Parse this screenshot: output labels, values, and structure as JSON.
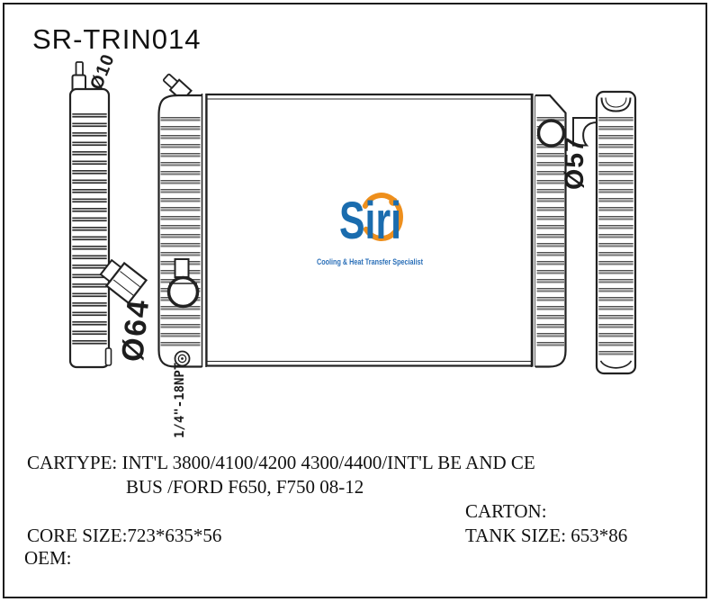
{
  "page": {
    "title": "SR-TRIN014"
  },
  "logo": {
    "brand": "Siri",
    "tagline": "Cooling & Heat Transfer Specialist",
    "brand_color": "#1a6cae",
    "accent_color": "#ee8f1c"
  },
  "drawing": {
    "dim_top_left_pipe": "Ø10",
    "dim_left_pipe": "Ø64",
    "dim_right_pipe": "Ø57",
    "dim_drain": "1/4\"-18NPT"
  },
  "specs": {
    "cartype_line1": "CARTYPE: INT'L 3800/4100/4200 4300/4400/INT'L BE AND CE",
    "cartype_line2": "BUS /FORD F650, F750 08-12",
    "carton_label": "CARTON:",
    "core_size": "CORE SIZE:723*635*56",
    "tank_size": "TANK SIZE: 653*86",
    "oem_label": "OEM:"
  }
}
